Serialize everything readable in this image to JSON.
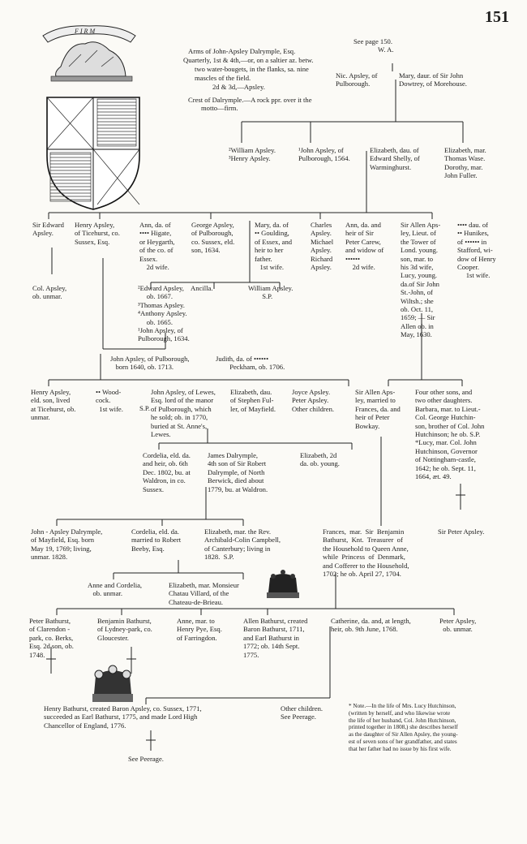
{
  "page_number": "151",
  "motto": "FIRM",
  "arms": {
    "title": "Arms of John-Apsley Dalrymple, Esq.",
    "l1": "Quarterly, 1st & 4th,—or, on a saltier az. betw.",
    "l2": "two water-bougets, in the flanks, sa. nine",
    "l3": "mascles of the field.",
    "l4": "2d & 3d,—Apsley.",
    "crest1": "Crest of Dalrymple.—A rock ppr. over it the",
    "crest2": "motto—firm."
  },
  "see_page": {
    "l1": "See page 150.",
    "l2": "W. A."
  },
  "gen1": {
    "nic": "Nic. Apsley, of\nPulborough.",
    "mary": "Mary, daur. of Sir John\nDowtrey, of Morehouse."
  },
  "gen2": {
    "william": "²William Apsley.\n³Henry Apsley.",
    "john": "¹John Apsley, of\nPulborough, 1564.",
    "elizabeth_shelly": "Elizabeth, dau. of\nEdward Shelly, of\nWarminghurst.",
    "elizabeth_mar": "Elizabeth, mar.\nThomas Wase.\nDorothy, mar.\nJohn Fuller."
  },
  "gen3": {
    "sir_edward": "Sir Edward\nApsley.",
    "henry_ticehurst": "Henry Apsley,\nof Ticehurst, co.\nSussex, Esq.",
    "ann_higate": "Ann, da. of\n•••• Higate,\nor Heygarth,\nof the co. of\nEssex.\n    2d wife.",
    "george": "George Apsley,\nof Pulborough,\nco. Sussex, eld.\nson, 1634.",
    "mary_goulding": "Mary, da. of\n•• Goulding,\nof Essex, and\nheir to her\nfather.\n   1st wife.",
    "charles": "Charles\nApsley.\nMichael\nApsley.\nRichard\nApsley.",
    "ann_carew": "Ann, da. and\nheir of Sir\nPeter Carew,\nand widow of\n••••••\n    2d wife.",
    "sir_allen": "Sir Allen Aps-\nley, Lieut. of\nthe Tower of\nLond. young.\nson, mar. to\nhis 3d wife,\nLucy, young.\nda.of Sir John\nSt.-John, of\nWiltsh.; she\nob. Oct. 11,\n1659; — Sir\nAllen ob. in\nMay, 1630.",
    "hunikes": "•••• dau. of\n•• Hunikes,\nof •••••• in\nStafford, wi-\ndow of Henry\nCooper.\n     1st wife.",
    "col_apsley": "Col. Apsley,\nob. unmar."
  },
  "george_children": {
    "list": "²Edward Apsley,    Ancilla.\n     ob. 1667.\n³Thomas Apsley.\n⁴Anthony Apsley.\n     ob. 1665.\n¹John Apsley, of\nPulborough, 1634.",
    "william_sp": "William Apsley.\n        S.P."
  },
  "gen4": {
    "john_1640": "John Apsley, of Pulborough,\n   born 1640, ob. 1713.",
    "judith": "Judith, da. of ••••••\n        Peckham, ob. 1706."
  },
  "gen5": {
    "henry_eld": "Henry Apsley,\neld. son, lived\nat Ticehurst, ob.\nunmar.",
    "wood": "•• Wood-\ncock.\n  1st wife.",
    "john_lewes": "John Apsley, of Lewes,\nEsq. lord of the manor\nof Pulborough, which\nhe sold; ob. in 1770,\nburied at St. Anne's,\nLewes.",
    "sp": "S.P.",
    "elizabeth_fuller": "Elizabeth, dau.\nof Stephen Ful-\nler, of Mayfield.",
    "joyce": "Joyce Apsley.\nPeter Apsley.\nOther children.",
    "sir_allen2": "Sir Allen Aps-\nley, married to\nFrances, da. and\nheir of Peter\nBowkay.",
    "four_sons": "Four other sons, and\ntwo other daughters.\nBarbara, mar. to Lieut.-\nCol. George Hutchin-\nson, brother of Col. John\nHutchinson; he ob. S.P.\n*Lucy, mar. Col. John\nHutchinson, Governor\nof Nottingham-castle,\n1642; he ob. Sept. 11,\n1664, æt. 49."
  },
  "gen6": {
    "cordelia": "Cordelia, eld. da.\nand heir, ob. 6th\nDec. 1802, bu. at\nWaldron, in co.\nSussex.",
    "james": "James Dalrymple,\n4th son of Sir Robert\nDalrymple, of North\nBerwick, died about\n1779, bu. at Waldron.",
    "elizabeth_2d": "Elizabeth, 2d\nda. ob. young."
  },
  "gen7": {
    "john_apsley_d": "John - Apsley Dalrymple,\nof Mayfield, Esq. born\nMay 19, 1769; living,\nunmar. 1828.",
    "cordelia2": "Cordelia, eld. da.\nmarried to Robert\nBeeby, Esq.",
    "elizabeth_rev": "Elizabeth, mar. the Rev.\nArchibald-Colin Campbell,\nof Canterbury; living in\n1828.  S.P.",
    "frances": "Frances,  mar.  Sir  Benjamin\nBathurst,  Knt.  Treasurer  of\nthe Household to Queen Anne,\nwhile  Princess  of  Denmark,\nand Cofferer to the Household,\n1702; he ob. April 27, 1704.",
    "sir_peter": "Sir Peter Apsley."
  },
  "gen8": {
    "anne_cordelia": "Anne and Cordelia,\n   ob. unmar.",
    "elizabeth_villard": "Elizabeth, mar. Monsieur\nChatau Villard, of the\nChateau-de-Brieau."
  },
  "gen9": {
    "peter": "Peter Bathurst,\nof Clarendon -\npark, co. Berks,\nEsq. 2d son, ob.\n1748.",
    "benjamin": "Benjamin Bathurst,\nof Lydney-park, co.\nGloucester.",
    "anne_pye": "Anne, mar. to\nHenry Pye, Esq.\nof Farringdon.",
    "allen": "Allen Bathurst, created\nBaron Bathurst, 1711,\nand Earl Bathurst in\n1772; ob. 14th Sept.\n1775.",
    "catherine": "Catherine, da. and, at length,\nheir, ob. 9th June, 1768.",
    "peter_apsley": "Peter Apsley,\n  ob. unmar."
  },
  "gen10": {
    "henry_bathurst": "Henry Bathurst, created Baron Apsley, co. Sussex, 1771,\nsucceeded as Earl Bathurst, 1775, and made Lord High\nChancellor of England, 1776.",
    "other_children": "Other children.\nSee Peerage.",
    "see_peerage": "See Peerage."
  },
  "note": "* Note.—In the life of Mrs. Lucy Hutchinson,\n(written by herself, and who likewise wrote\nthe life of her husband, Col. John Hutchinson,\nprinted together in 1808,) she describes herself\nas the daughter of Sir Allen Apsley, the young-\nest of seven sons of her grandfather, and states\nthat her father had no issue by his first wife."
}
